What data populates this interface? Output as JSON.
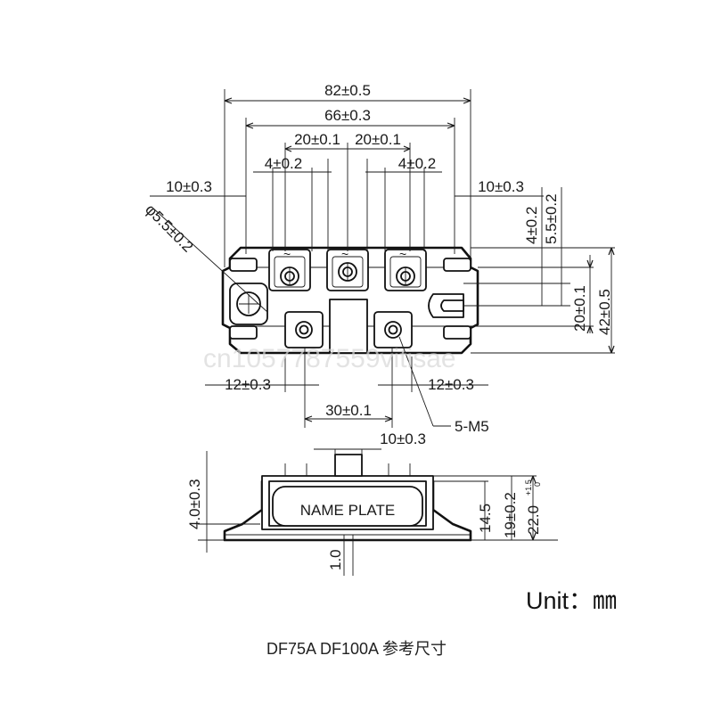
{
  "top_view": {
    "dim_overall_width": "82±0.5",
    "dim_inner_width": "66±0.3",
    "dim_pitch_left": "20±0.1",
    "dim_pitch_right": "20±0.1",
    "dim_terminal_left": "4±0.2",
    "dim_terminal_right": "4±0.2",
    "dim_edge_left": "10±0.3",
    "dim_edge_right": "10±0.3",
    "dim_hole_dia": "φ5.5±0.2",
    "dim_v1": "4±0.2",
    "dim_v2": "5.5±0.2",
    "dim_v3": "20±0.1",
    "dim_overall_height": "42±0.5",
    "dim_bottom_left": "12±0.3",
    "dim_bottom_right": "12±0.3",
    "dim_bottom_pitch": "30±0.1",
    "screw_callout": "5-M5",
    "ac_symbol": "~"
  },
  "side_view": {
    "dim_top": "10±0.3",
    "dim_base_thickness": "4.0±0.3",
    "dim_offset": "1.0",
    "dim_h1": "14.5",
    "dim_h2": "19±0.2",
    "dim_h3": "22.0",
    "dim_h3_tol_upper": "+1.5",
    "dim_h3_tol_lower": "0",
    "name_plate": "NAME PLATE"
  },
  "watermark": "cn1057787559vitisae",
  "unit": "Unit：㎜",
  "caption": "DF75A DF100A 参考尺寸"
}
